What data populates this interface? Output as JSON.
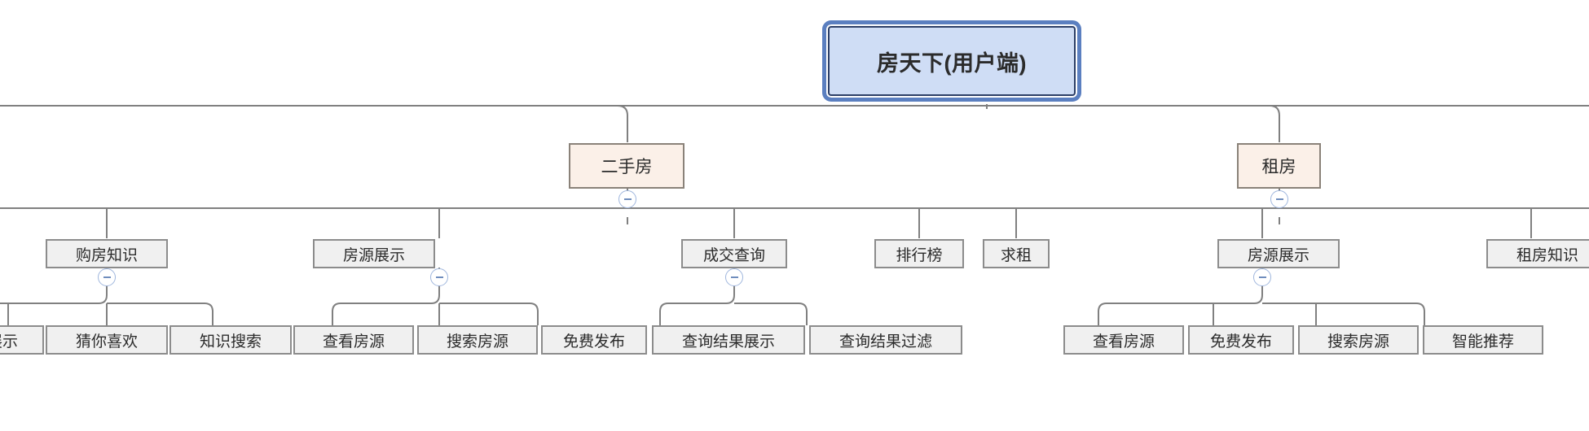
{
  "diagram": {
    "type": "mind-map-tree",
    "title": "房天下(用户端)",
    "orientation": "top-down",
    "colors": {
      "root_fill": "#cfddf5",
      "root_border": "#5b7fc0",
      "root_inner_border": "#2c3e66",
      "branch_fill": "#fbf0e8",
      "branch_border": "#8a8279",
      "item_fill": "#f0f0f0",
      "item_border": "#8c8c8c",
      "connector": "#808080",
      "toggle_border": "#9fb6dd",
      "toggle_glyph": "#6f8dbd",
      "canvas": "#ffffff"
    },
    "toggle_icon": "minus-circle-icon"
  },
  "root": {
    "label": "房天下(用户端)"
  },
  "branches": [
    {
      "label": "二手房",
      "collapsed": false
    },
    {
      "label": "租房",
      "collapsed": false
    }
  ],
  "level3": [
    {
      "label": "购房知识",
      "has_toggle": true
    },
    {
      "label": "房源展示",
      "has_toggle": true
    },
    {
      "label": "成交查询",
      "has_toggle": true
    },
    {
      "label": "排行榜",
      "has_toggle": false
    },
    {
      "label": "求租",
      "has_toggle": false
    },
    {
      "label": "房源展示",
      "has_toggle": true
    },
    {
      "label": "租房知识",
      "has_toggle": false
    }
  ],
  "leaves": [
    {
      "label": "展示",
      "clipped": true
    },
    {
      "label": "猜你喜欢",
      "clipped": false
    },
    {
      "label": "知识搜索",
      "clipped": false
    },
    {
      "label": "查看房源",
      "clipped": false
    },
    {
      "label": "搜索房源",
      "clipped": false
    },
    {
      "label": "免费发布",
      "clipped": false
    },
    {
      "label": "查询结果展示",
      "clipped": false
    },
    {
      "label": "查询结果过滤",
      "clipped": false
    },
    {
      "label": "查看房源",
      "clipped": false
    },
    {
      "label": "免费发布",
      "clipped": false
    },
    {
      "label": "搜索房源",
      "clipped": false
    },
    {
      "label": "智能推荐",
      "clipped": false
    }
  ]
}
